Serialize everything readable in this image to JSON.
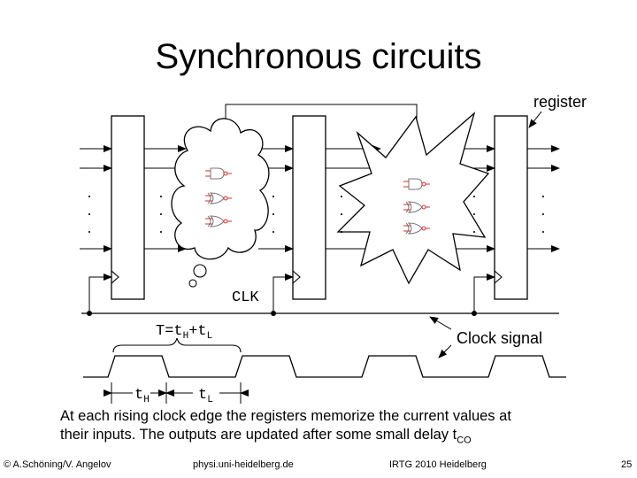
{
  "slide": {
    "title": "Synchronous circuits",
    "register_label": "register",
    "clk_label": "CLK",
    "period_formula": {
      "base": "T=t",
      "sub1": "H",
      "plus": "+t",
      "sub2": "L"
    },
    "clock_signal_label": "Clock signal",
    "th_label": {
      "base": "t",
      "sub": "H"
    },
    "tl_label": {
      "base": "t",
      "sub": "L"
    },
    "description_line1": "At each rising clock edge the registers memorize the current values at",
    "description_line2_text": "their inputs. The outputs are updated after some small delay t",
    "description_line2_sub": "CO",
    "ellipsis_dot": "."
  },
  "footer": {
    "author": "© A.Schöning/V. Angelov",
    "url": "physi.uni-heidelberg.de",
    "event": "IRTG 2010 Heidelberg",
    "page": "25"
  },
  "colors": {
    "line": "#000000",
    "gate_red": "#cc3333",
    "gate_gray": "#777777",
    "background": "#ffffff"
  }
}
